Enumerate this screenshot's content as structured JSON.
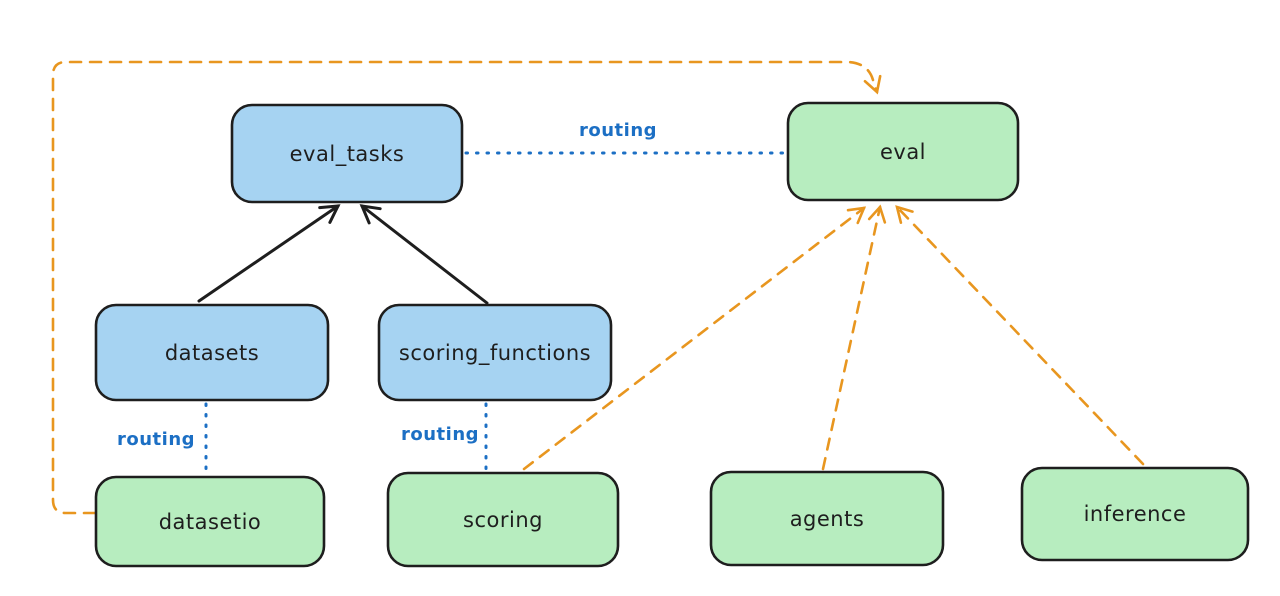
{
  "diagram": {
    "background": "#ffffff",
    "colors": {
      "api_fill": "#a6d3f2",
      "provider_fill": "#b7edbf",
      "node_stroke": "#1e1e1e",
      "solid_arrow": "#1e1e1e",
      "routing_blue": "#1c6fc4",
      "dependency_orange": "#e8961f"
    },
    "nodes": [
      {
        "id": "eval_tasks",
        "label": "eval_tasks",
        "kind": "api"
      },
      {
        "id": "eval",
        "label": "eval",
        "kind": "provider"
      },
      {
        "id": "datasets",
        "label": "datasets",
        "kind": "api"
      },
      {
        "id": "scoring_functions",
        "label": "scoring_functions",
        "kind": "api"
      },
      {
        "id": "datasetio",
        "label": "datasetio",
        "kind": "provider"
      },
      {
        "id": "scoring",
        "label": "scoring",
        "kind": "provider"
      },
      {
        "id": "agents",
        "label": "agents",
        "kind": "provider"
      },
      {
        "id": "inference",
        "label": "inference",
        "kind": "provider"
      }
    ],
    "edges": [
      {
        "from": "datasets",
        "to": "eval_tasks",
        "style": "solid-arrow",
        "color": "black"
      },
      {
        "from": "scoring_functions",
        "to": "eval_tasks",
        "style": "solid-arrow",
        "color": "black"
      },
      {
        "from": "eval_tasks",
        "to": "eval",
        "style": "dotted",
        "color": "blue",
        "label": "routing"
      },
      {
        "from": "datasets",
        "to": "datasetio",
        "style": "dotted",
        "color": "blue",
        "label": "routing"
      },
      {
        "from": "scoring_functions",
        "to": "scoring",
        "style": "dotted",
        "color": "blue",
        "label": "routing"
      },
      {
        "from": "datasetio",
        "to": "eval",
        "style": "dashed-arrow",
        "color": "orange"
      },
      {
        "from": "scoring",
        "to": "eval",
        "style": "dashed-arrow",
        "color": "orange"
      },
      {
        "from": "agents",
        "to": "eval",
        "style": "dashed-arrow",
        "color": "orange"
      },
      {
        "from": "inference",
        "to": "eval",
        "style": "dashed-arrow",
        "color": "orange"
      }
    ],
    "edge_labels": {
      "routing_top": "routing",
      "routing_datasets": "routing",
      "routing_scoring": "routing"
    }
  }
}
